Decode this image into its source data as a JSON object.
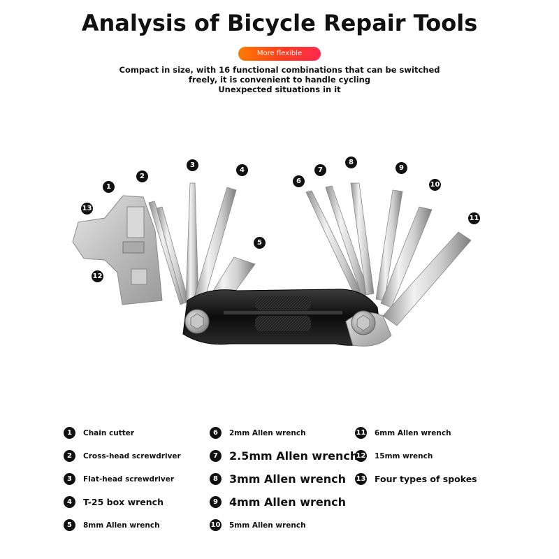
{
  "header": {
    "title": "Analysis of Bicycle Repair Tools",
    "badge": "More flexible",
    "description_lines": [
      "Compact in size, with 16 functional combinations that can be switched",
      "freely, it is convenient to handle cycling",
      "Unexpected situations in it"
    ]
  },
  "callouts": [
    "1",
    "2",
    "3",
    "4",
    "5",
    "6",
    "7",
    "8",
    "9",
    "10",
    "11",
    "12",
    "13"
  ],
  "legend": [
    {
      "num": "1",
      "label": "Chain cutter"
    },
    {
      "num": "2",
      "label": "Cross-head screwdriver"
    },
    {
      "num": "3",
      "label": "Flat-head screwdriver"
    },
    {
      "num": "4",
      "label": "T-25 box wrench"
    },
    {
      "num": "5",
      "label": "8mm Allen wrench"
    },
    {
      "num": "6",
      "label": "2mm Allen wrench"
    },
    {
      "num": "7",
      "label": "2.5mm Allen wrench"
    },
    {
      "num": "8",
      "label": "3mm Allen wrench"
    },
    {
      "num": "9",
      "label": "4mm Allen wrench"
    },
    {
      "num": "10",
      "label": "5mm Allen wrench"
    },
    {
      "num": "11",
      "label": "6mm Allen wrench"
    },
    {
      "num": "12",
      "label": "15mm wrench"
    },
    {
      "num": "13",
      "label": "Four types of spokes"
    }
  ],
  "colors": {
    "badge_gradient": [
      "#ff7b00",
      "#ff2a50"
    ],
    "tool_body": "#111111",
    "tool_metal": "#c8c8c8"
  }
}
